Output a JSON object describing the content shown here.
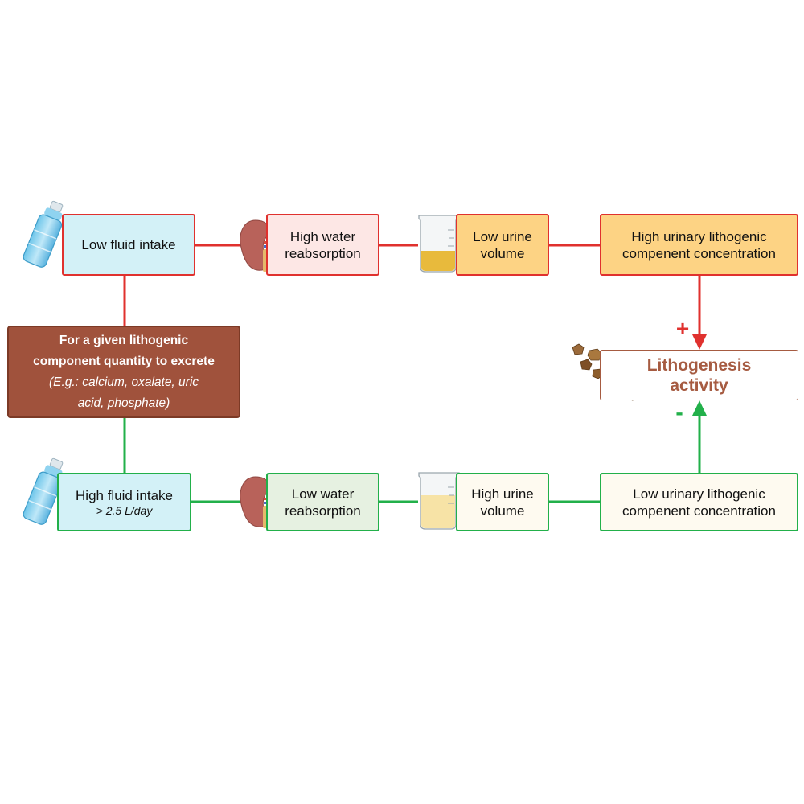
{
  "colors": {
    "red_line": "#e0312e",
    "green_line": "#22b04a",
    "brown": "#a0523c",
    "light_blue": "#d3f1f7",
    "light_pink": "#fde7e5",
    "orange": "#fdd384",
    "light_green": "#e6f1e1",
    "cream": "#fefaf0"
  },
  "top_row": {
    "fluid": "Low fluid intake",
    "reabsorption": [
      "High water",
      "reabsorption"
    ],
    "urine": [
      "Low urine",
      "volume"
    ],
    "concentration": [
      "High urinary lithogenic",
      "compenent concentration"
    ]
  },
  "bottom_row": {
    "fluid": "High fluid intake",
    "fluid_detail": "> 2.5 L/day",
    "reabsorption": [
      "Low water",
      "reabsorption"
    ],
    "urine": [
      "High urine",
      "volume"
    ],
    "concentration": [
      "Low urinary lithogenic",
      "compenent concentration"
    ]
  },
  "center_box": {
    "title": [
      "For a given lithogenic",
      "component quantity to excrete"
    ],
    "examples": [
      "(E.g.: calcium, oxalate, uric",
      "acid, phosphate)"
    ]
  },
  "outcome": {
    "label": [
      "Lithogenesis",
      "activity"
    ],
    "plus": "+",
    "minus": "-"
  },
  "icons": [
    "water-bottle-icon",
    "kidney-icon",
    "beaker-icon",
    "kidney-stones-icon"
  ]
}
